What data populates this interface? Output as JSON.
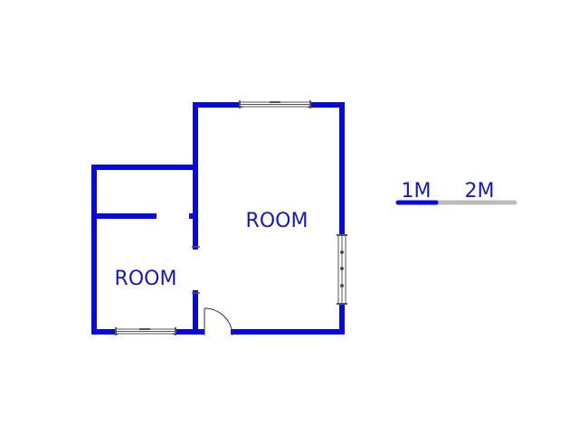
{
  "colors": {
    "wall": "#0a0ad6",
    "label": "#1a1aaa",
    "opening": "#555555",
    "scale_secondary": "#bbbbbb"
  },
  "rooms": [
    {
      "label": "ROOM"
    },
    {
      "label": "ROOM"
    }
  ],
  "scale": {
    "first_label": "1M",
    "second_label": "2M"
  }
}
